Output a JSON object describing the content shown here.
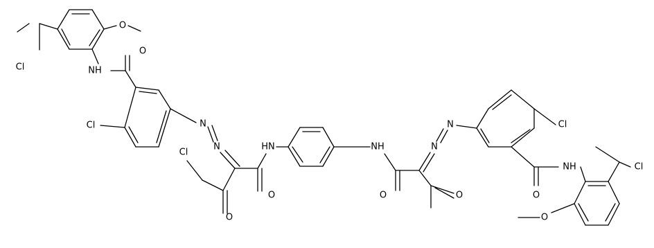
{
  "atoms": {
    "cl_top_left": "Cl",
    "ome_top": "O",
    "o_amide_left": "O",
    "nh_amide_left": "NH",
    "cl_ring_left": "Cl",
    "n_azo_left_1": "N",
    "n_azo_left_2": "N",
    "cl_chain": "Cl",
    "o_keto_left": "O",
    "o_amide_mid_left": "O",
    "nh_mid_left": "HN",
    "nh_mid_right": "NH",
    "n_azo_right_1": "N",
    "n_azo_right_2": "N",
    "o_amide_mid_right": "O",
    "o_keto_right": "O",
    "cl_ring_right": "Cl",
    "o_amide_right": "O",
    "nh_amide_right": "NH",
    "cl_bottom_right": "Cl",
    "ome_bottom": "O"
  }
}
